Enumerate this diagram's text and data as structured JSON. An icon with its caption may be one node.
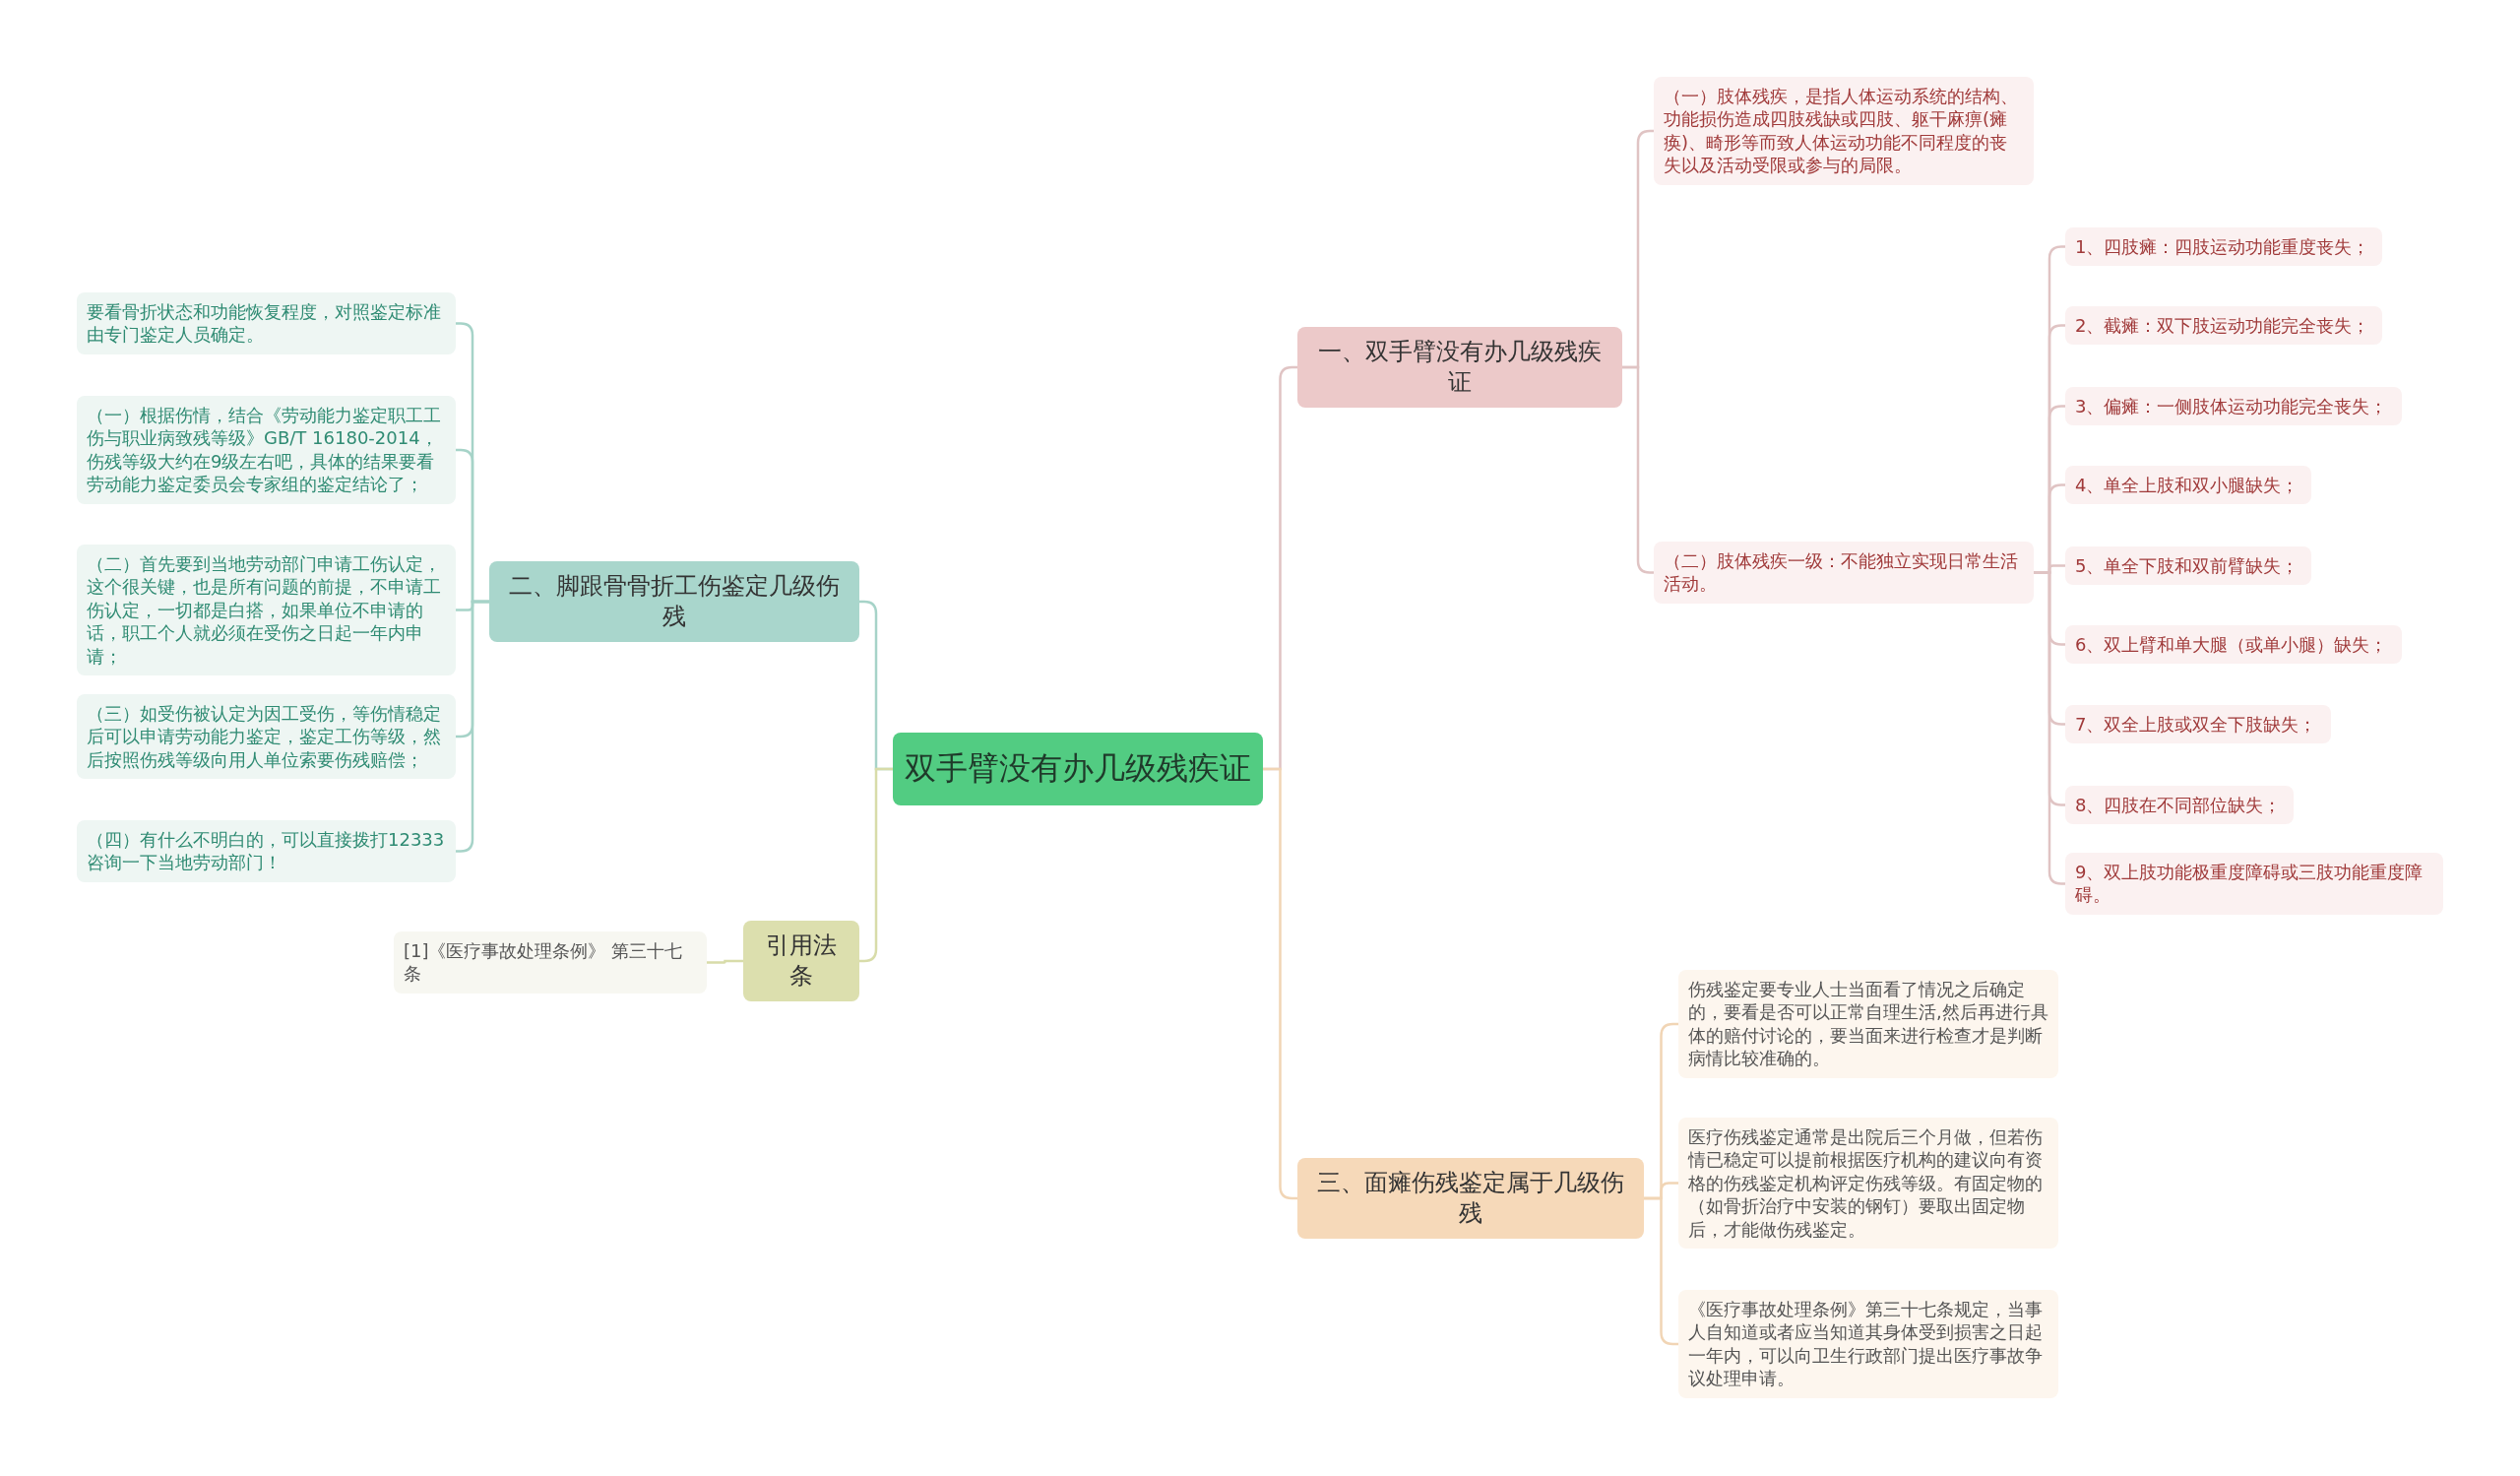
{
  "diagram": {
    "nodes": [
      {
        "text": [
          "双手臂没有办几级残疾证"
        ]
      },
      {
        "text": [
          "一、双手臂没有办几级残疾证"
        ]
      },
      {
        "text": [
          "（一）肢体残疾，是指人体运动系统的结构、功能损伤造成四肢残缺或四肢、躯干麻痹(瘫痪)、畸形等而致人体运动功能不同程度的丧失以及活动受限或参与的局限。"
        ]
      },
      {
        "text": [
          "（二）肢体残疾一级：不能独立实现日常生活活动。"
        ]
      },
      {
        "text": [
          "1、四肢瘫：四肢运动功能重度丧失；"
        ]
      },
      {
        "text": [
          "2、截瘫：双下肢运动功能完全丧失；"
        ]
      },
      {
        "text": [
          "3、偏瘫：一侧肢体运动功能完全丧失；"
        ]
      },
      {
        "text": [
          "4、单全上肢和双小腿缺失；"
        ]
      },
      {
        "text": [
          "5、单全下肢和双前臂缺失；"
        ]
      },
      {
        "text": [
          "6、双上臂和单大腿（或单小腿）缺失；"
        ]
      },
      {
        "text": [
          "7、双全上肢或双全下肢缺失；"
        ]
      },
      {
        "text": [
          "8、四肢在不同部位缺失；"
        ]
      },
      {
        "text": [
          "9、双上肢功能极重度障碍或三肢功能重度障碍。"
        ]
      },
      {
        "text": [
          "三、面瘫伤残鉴定属于几级伤残"
        ]
      },
      {
        "text": [
          "伤残鉴定要专业人士当面看了情况之后确定的，要看是否可以正常自理生活,然后再进行具体的赔付讨论的，要当面来进行检查才是判断病情比较准确的。"
        ]
      },
      {
        "text": [
          "医疗伤残鉴定通常是出院后三个月做，但若伤情已稳定可以提前根据医疗机构的建议向有资格的伤残鉴定机构评定伤残等级。有固定物的（如骨折治疗中安装的钢钉）要取出固定物后，才能做伤残鉴定。"
        ]
      },
      {
        "text": [
          "《医疗事故处理条例》第三十七条规定，当事人自知道或者应当知道其身体受到损害之日起一年内，可以向卫生行政部门提出医疗事故争议处理申请。"
        ]
      },
      {
        "text": [
          "二、脚跟骨骨折工伤鉴定几级伤残"
        ]
      },
      {
        "text": [
          "要看骨折状态和功能恢复程度，对照鉴定标准由专门鉴定人员确定。"
        ]
      },
      {
        "text": [
          "（一）根据伤情，结合《劳动能力鉴定职工工伤与职业病致残等级》GB/T 16180-2014，伤残等级大约在9级左右吧，具体的结果要看劳动能力鉴定委员会专家组的鉴定结论了；"
        ]
      },
      {
        "text": [
          "（二）首先要到当地劳动部门申请工伤认定，这个很关键，也是所有问题的前提，不申请工伤认定，一切都是白搭，如果单位不申请的话，职工个人就必须在受伤之日起一年内申请；"
        ]
      },
      {
        "text": [
          "（三）如受伤被认定为因工受伤，等伤情稳定后可以申请劳动能力鉴定，鉴定工伤等级，然后按照伤残等级向用人单位索要伤残赔偿；"
        ]
      },
      {
        "text": [
          "（四）有什么不明白的，可以直接拨打12333咨询一下当地劳动部门！"
        ]
      },
      {
        "text": [
          "引用法条"
        ]
      },
      {
        "text": [
          "[1]《医疗事故处理条例》 第三十七条"
        ]
      }
    ],
    "edges": [
      {
        "from": 0,
        "to": 1,
        "arrow": "none",
        "color": "#e0c4c4"
      },
      {
        "from": 1,
        "to": 2,
        "arrow": "none",
        "color": "#e0c4c4"
      },
      {
        "from": 1,
        "to": 3,
        "arrow": "none",
        "color": "#e0c4c4"
      },
      {
        "from": 3,
        "to": 4,
        "arrow": "none",
        "color": "#e0c4c4"
      },
      {
        "from": 3,
        "to": 5,
        "arrow": "none",
        "color": "#e0c4c4"
      },
      {
        "from": 3,
        "to": 6,
        "arrow": "none",
        "color": "#e0c4c4"
      },
      {
        "from": 3,
        "to": 7,
        "arrow": "none",
        "color": "#e0c4c4"
      },
      {
        "from": 3,
        "to": 8,
        "arrow": "none",
        "color": "#e0c4c4"
      },
      {
        "from": 3,
        "to": 9,
        "arrow": "none",
        "color": "#e0c4c4"
      },
      {
        "from": 3,
        "to": 10,
        "arrow": "none",
        "color": "#e0c4c4"
      },
      {
        "from": 3,
        "to": 11,
        "arrow": "none",
        "color": "#e0c4c4"
      },
      {
        "from": 3,
        "to": 12,
        "arrow": "none",
        "color": "#e0c4c4"
      },
      {
        "from": 0,
        "to": 13,
        "arrow": "none",
        "color": "#f1d5b5"
      },
      {
        "from": 13,
        "to": 14,
        "arrow": "none",
        "color": "#f1d5b5"
      },
      {
        "from": 13,
        "to": 15,
        "arrow": "none",
        "color": "#f1d5b5"
      },
      {
        "from": 13,
        "to": 16,
        "arrow": "none",
        "color": "#f1d5b5"
      },
      {
        "from": 0,
        "to": 17,
        "arrow": "none",
        "color": "#a6d3c8"
      },
      {
        "from": 17,
        "to": 18,
        "arrow": "none",
        "color": "#a6d3c8"
      },
      {
        "from": 17,
        "to": 19,
        "arrow": "none",
        "color": "#a6d3c8"
      },
      {
        "from": 17,
        "to": 20,
        "arrow": "none",
        "color": "#a6d3c8"
      },
      {
        "from": 17,
        "to": 21,
        "arrow": "none",
        "color": "#a6d3c8"
      },
      {
        "from": 17,
        "to": 22,
        "arrow": "none",
        "color": "#a6d3c8"
      },
      {
        "from": 0,
        "to": 23,
        "arrow": "none",
        "color": "#d8dca9"
      },
      {
        "from": 23,
        "to": 24,
        "arrow": "none",
        "color": "#d8dca9"
      }
    ]
  }
}
